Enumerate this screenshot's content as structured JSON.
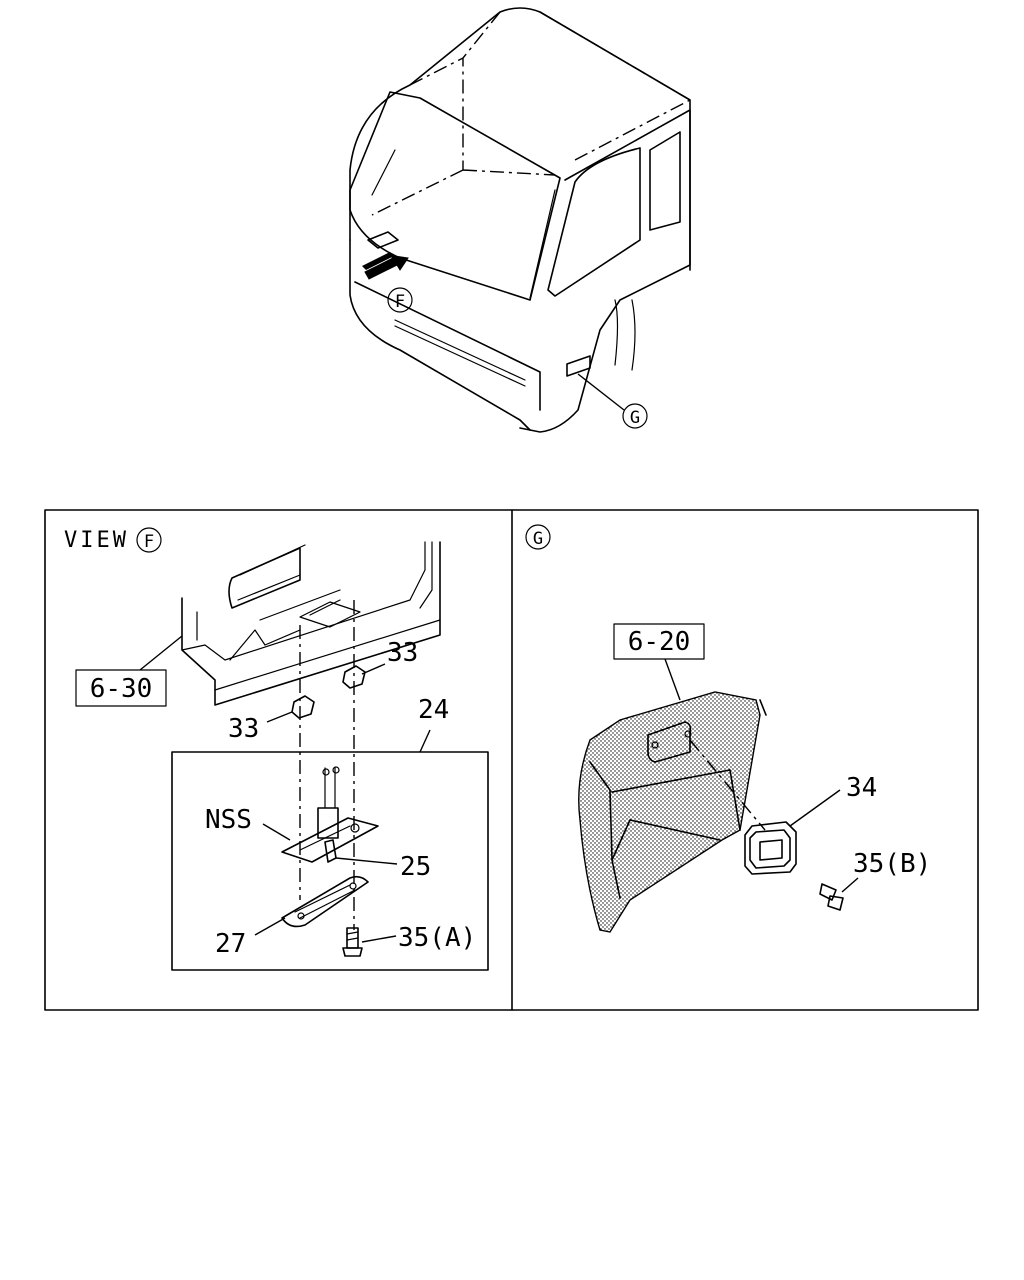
{
  "callouts": {
    "view_f_prefix": "VIEW",
    "circle_f": "F",
    "circle_g": "G",
    "ref_6_30": "6-30",
    "ref_6_20": "6-20",
    "p33_upper": "33",
    "p33_lower": "33",
    "p24": "24",
    "nss": "NSS",
    "p25": "25",
    "p27": "27",
    "p35a": "35(A)",
    "p34": "34",
    "p35b": "35(B)"
  }
}
